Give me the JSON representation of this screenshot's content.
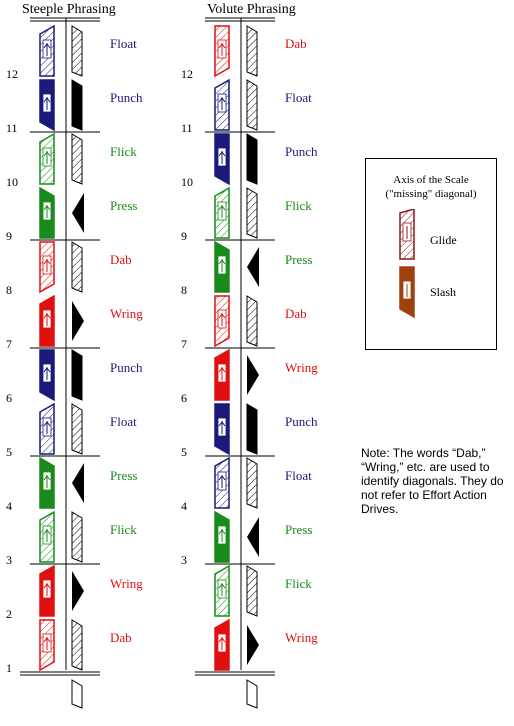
{
  "colors": {
    "punch": "#1a1a7a",
    "float": "#1a1a7a",
    "flick": "#1a8a1a",
    "press": "#1a8a1a",
    "dab": "#e01010",
    "wring": "#e01010",
    "glide": "#8b1a1a",
    "slash": "#a0400e"
  },
  "steeple": {
    "title": "Steeple Phrasing",
    "measures": [
      "12",
      "11",
      "10",
      "9",
      "8",
      "7",
      "6",
      "5",
      "4",
      "3",
      "2",
      "1"
    ],
    "items": [
      {
        "label": "Float",
        "kind": "float",
        "icon": "staff-symbol-icon"
      },
      {
        "label": "Punch",
        "kind": "punch",
        "icon": "staff-symbol-icon"
      },
      {
        "label": "Flick",
        "kind": "flick",
        "icon": "staff-symbol-icon"
      },
      {
        "label": "Press",
        "kind": "press",
        "icon": "staff-symbol-icon"
      },
      {
        "label": "Dab",
        "kind": "dab",
        "icon": "staff-symbol-icon"
      },
      {
        "label": "Wring",
        "kind": "wring",
        "icon": "staff-symbol-icon"
      },
      {
        "label": "Punch",
        "kind": "punch",
        "icon": "staff-symbol-icon"
      },
      {
        "label": "Float",
        "kind": "float",
        "icon": "staff-symbol-icon"
      },
      {
        "label": "Press",
        "kind": "press",
        "icon": "staff-symbol-icon"
      },
      {
        "label": "Flick",
        "kind": "flick",
        "icon": "staff-symbol-icon"
      },
      {
        "label": "Wring",
        "kind": "wring",
        "icon": "staff-symbol-icon"
      },
      {
        "label": "Dab",
        "kind": "dab",
        "icon": "staff-symbol-icon"
      }
    ]
  },
  "volute": {
    "title": "Volute Phrasing",
    "measures": [
      "12",
      "11",
      "10",
      "9",
      "8",
      "7",
      "6",
      "5",
      "4",
      "3"
    ],
    "items": [
      {
        "label": "Dab",
        "kind": "dab",
        "icon": "staff-symbol-icon"
      },
      {
        "label": "Float",
        "kind": "float",
        "icon": "staff-symbol-icon"
      },
      {
        "label": "Punch",
        "kind": "punch",
        "icon": "staff-symbol-icon"
      },
      {
        "label": "Flick",
        "kind": "flick",
        "icon": "staff-symbol-icon"
      },
      {
        "label": "Press",
        "kind": "press",
        "icon": "staff-symbol-icon"
      },
      {
        "label": "Dab",
        "kind": "dab",
        "icon": "staff-symbol-icon"
      },
      {
        "label": "Wring",
        "kind": "wring",
        "icon": "staff-symbol-icon"
      },
      {
        "label": "Punch",
        "kind": "punch",
        "icon": "staff-symbol-icon"
      },
      {
        "label": "Float",
        "kind": "float",
        "icon": "staff-symbol-icon"
      },
      {
        "label": "Press",
        "kind": "press",
        "icon": "staff-symbol-icon"
      },
      {
        "label": "Flick",
        "kind": "flick",
        "icon": "staff-symbol-icon"
      },
      {
        "label": "Wring",
        "kind": "wring",
        "icon": "staff-symbol-icon"
      }
    ]
  },
  "legend": {
    "title_line1": "Axis of the Scale",
    "title_line2": "(\"missing\" diagonal)",
    "glide_label": "Glide",
    "slash_label": "Slash"
  },
  "note": {
    "text": "Note: The words “Dab,” “Wring,” etc. are used to identify diagonals. They do not refer to Effort Action Drives."
  }
}
